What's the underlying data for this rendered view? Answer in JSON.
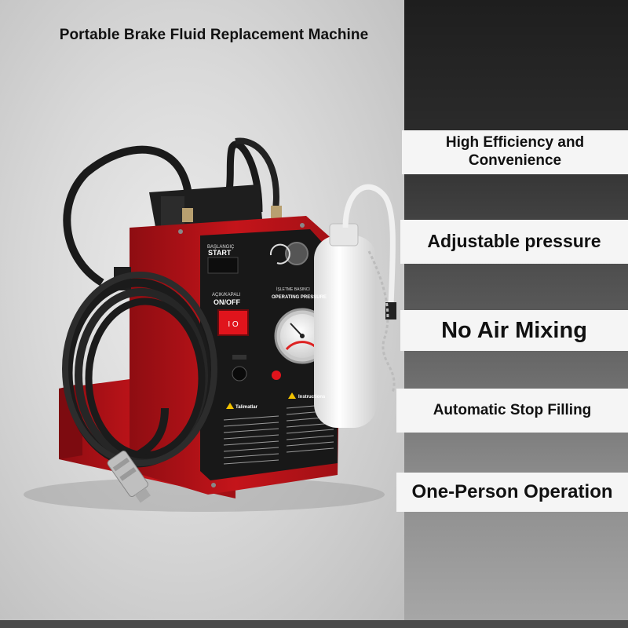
{
  "title": "Portable Brake Fluid Replacement Machine",
  "features": [
    {
      "line1": "High Efficiency and",
      "line2": "Convenience"
    },
    {
      "label": "Adjustable pressure"
    },
    {
      "label": "No Air Mixing"
    },
    {
      "label": "Automatic Stop Filling"
    },
    {
      "label": "One-Person Operation"
    }
  ],
  "machine": {
    "start_label_top": "BAŞLANGIÇ",
    "start_label": "START",
    "onoff_label_top": "AÇIK/KAPALI",
    "onoff_label": "ON/OFF",
    "pressure_label_top": "İŞLETME BASINCI",
    "pressure_label": "OPERATING PRESSURE",
    "instructions_tr": "Talimatlar",
    "instructions_en": "Instructions"
  },
  "colors": {
    "machine_red": "#c4141a",
    "panel_black": "#1a1a1a",
    "switch_red": "#e0141c"
  }
}
